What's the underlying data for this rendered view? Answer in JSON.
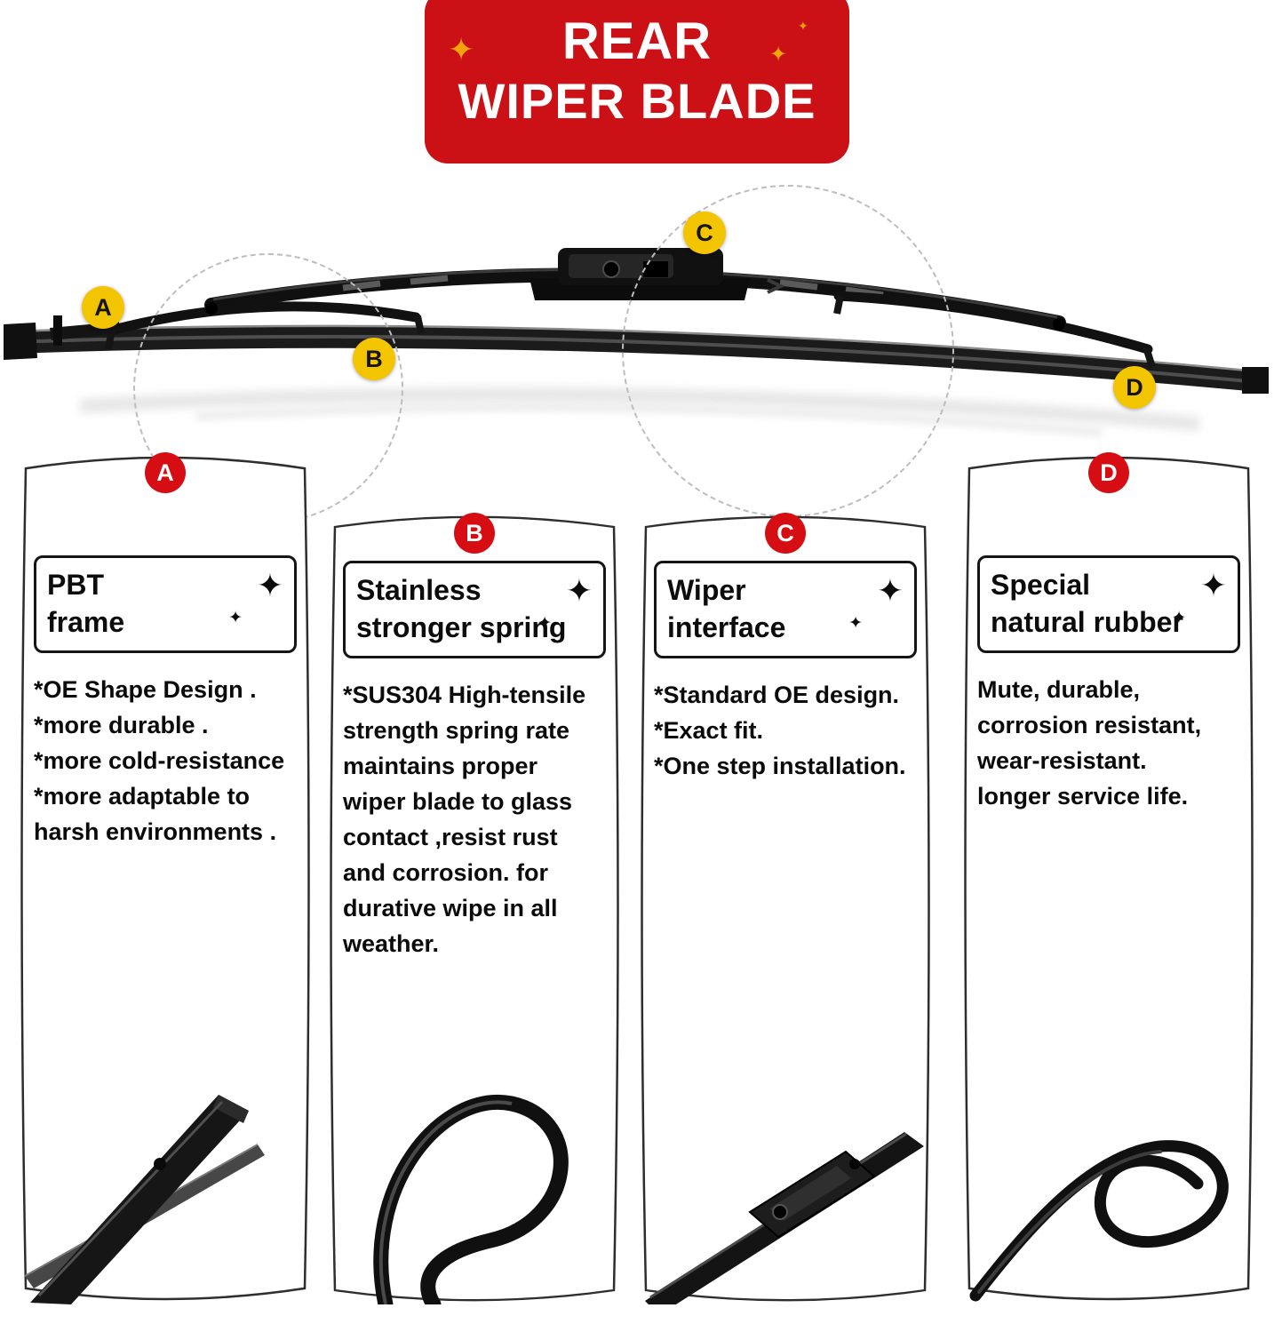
{
  "header": {
    "title_line1": "REAR",
    "title_line2": "WIPER BLADE"
  },
  "icons": {
    "sparkle": "✦"
  },
  "colors": {
    "banner_red": "#cb1116",
    "badge_red": "#d60d12",
    "marker_yellow": "#f3c400",
    "sparkle_gold": "#f2a40a"
  },
  "wiper_markers": [
    {
      "label": "A"
    },
    {
      "label": "B"
    },
    {
      "label": "C"
    },
    {
      "label": "D"
    }
  ],
  "panels": [
    {
      "letter": "A",
      "title_line1": "PBT",
      "title_line2": "frame",
      "body": "*OE Shape Design .\n*more durable .\n*more cold-resistance\n*more adaptable to\nharsh environments ."
    },
    {
      "letter": "B",
      "title_line1": "Stainless",
      "title_line2": "stronger spring",
      "body": "*SUS304 High-tensile\nstrength spring rate\nmaintains proper\nwiper blade to glass\ncontact ,resist rust\nand corrosion. for\ndurative wipe in all\nweather."
    },
    {
      "letter": "C",
      "title_line1": "Wiper",
      "title_line2": "interface",
      "body": "*Standard OE design.\n*Exact fit.\n*One step installation."
    },
    {
      "letter": "D",
      "title_line1": "Special",
      "title_line2": "natural rubber",
      "body": "Mute, durable,\ncorrosion resistant,\nwear-resistant.\nlonger service life."
    }
  ]
}
